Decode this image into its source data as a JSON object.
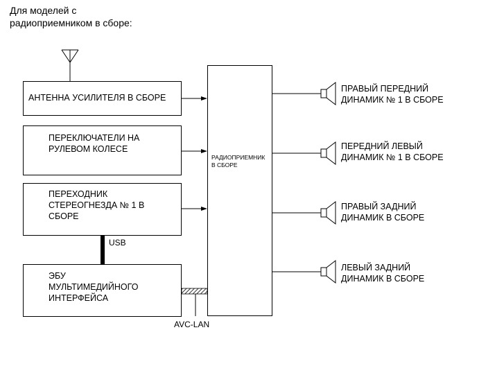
{
  "heading": {
    "line1": "Для моделей с",
    "line2": "радиоприемником в сборе:"
  },
  "boxes": {
    "antenna": {
      "line1": "АНТЕННА УСИЛИТЕЛЯ В СБОРЕ"
    },
    "steering": {
      "line1": "ПЕРЕКЛЮЧАТЕЛИ НА",
      "line2": "РУЛЕВОМ КОЛЕСЕ"
    },
    "adapter": {
      "line1": "ПЕРЕХОДНИК",
      "line2": "СТЕРЕОГНЕЗДА № 1 В",
      "line3": "СБОРЕ"
    },
    "ecu": {
      "line1": "ЭБУ",
      "line2": "МУЛЬТИМЕДИЙНОГО",
      "line3": "ИНТЕРФЕЙСА"
    },
    "radio": {
      "line1": "РАДИОПРИЕМНИК",
      "line2": "В СБОРЕ"
    }
  },
  "speakers": [
    {
      "line1": "ПРАВЫЙ ПЕРЕДНИЙ",
      "line2": "ДИНАМИК № 1 В СБОРЕ"
    },
    {
      "line1": "ПЕРЕДНИЙ ЛЕВЫЙ",
      "line2": "ДИНАМИК № 1 В СБОРЕ"
    },
    {
      "line1": "ПРАВЫЙ ЗАДНИЙ",
      "line2": "ДИНАМИК В СБОРЕ"
    },
    {
      "line1": "ЛЕВЫЙ ЗАДНИЙ",
      "line2": "ДИНАМИК В СБОРЕ"
    }
  ],
  "links": {
    "usb": "USB",
    "avc_lan": "AVC-LAN"
  },
  "icons": {
    "antenna": "antenna-icon",
    "speaker": "speaker-icon"
  }
}
